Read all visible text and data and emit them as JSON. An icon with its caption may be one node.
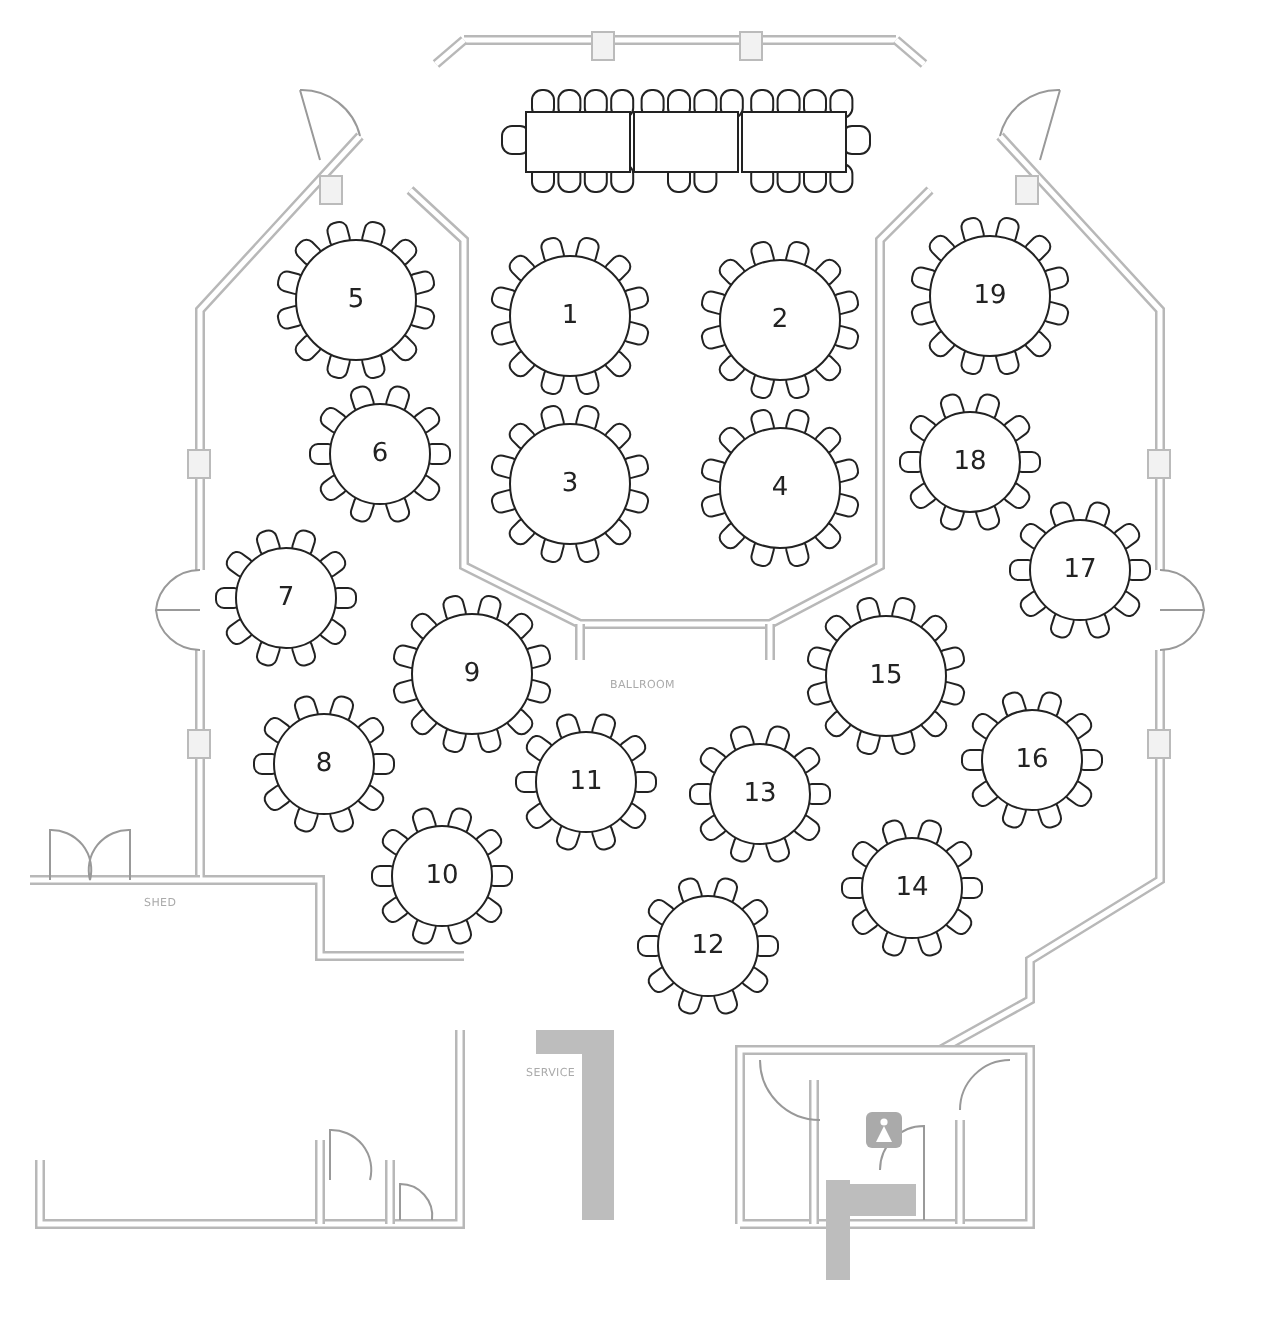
{
  "diagram": {
    "nodes": [
      {
        "text": [
          "1"
        ]
      },
      {
        "text": [
          "2"
        ]
      },
      {
        "text": [
          "3"
        ]
      },
      {
        "text": [
          "4"
        ]
      },
      {
        "text": [
          "5"
        ]
      },
      {
        "text": [
          "6"
        ]
      },
      {
        "text": [
          "7"
        ]
      },
      {
        "text": [
          "8"
        ]
      },
      {
        "text": [
          "9"
        ]
      },
      {
        "text": [
          "10"
        ]
      },
      {
        "text": [
          "11"
        ]
      },
      {
        "text": [
          "12"
        ]
      },
      {
        "text": [
          "13"
        ]
      },
      {
        "text": [
          "14"
        ]
      },
      {
        "text": [
          "15"
        ]
      },
      {
        "text": [
          "16"
        ]
      },
      {
        "text": [
          "17"
        ]
      },
      {
        "text": [
          "18"
        ]
      },
      {
        "text": [
          "19"
        ]
      }
    ],
    "labels": [
      "BALLROOM",
      "SHED",
      "SERVICE"
    ]
  }
}
